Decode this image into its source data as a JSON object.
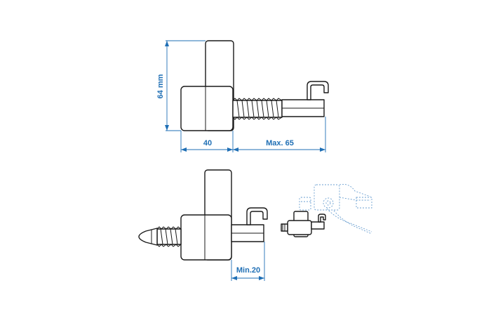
{
  "dimensions": {
    "height_label": "64 mm",
    "width_label": "40",
    "max_label": "Max. 65",
    "min_label": "Min.20"
  },
  "colors": {
    "dimension": "#1f6fb5",
    "outline": "#1a1a1a",
    "ghost": "#6a9fd0"
  }
}
